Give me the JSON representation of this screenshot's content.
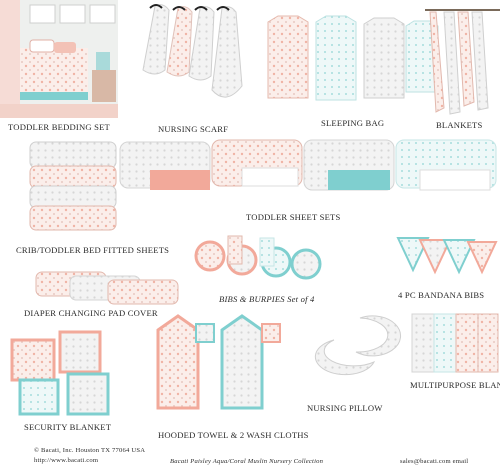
{
  "labels": {
    "toddler_bedding_set": "TODDLER BEDDING SET",
    "nursing_scarf": "NURSING SCARF",
    "sleeping_bag": "SLEEPING BAG",
    "blankets": "BLANKETS",
    "toddler_sheet_sets": "TODDLER SHEET SETS",
    "crib_fitted_sheets": "CRIB/TODDLER BED FITTED SHEETS",
    "bibs_burpies": "BIBS & BURPIES Set of 4",
    "bandana_bibs": "4 PC BANDANA BIBS",
    "diaper_pad_cover": "DIAPER CHANGING PAD COVER",
    "multipurpose_blankets": "MULTIPURPOSE BLANKETS",
    "nursing_pillow": "NURSING PILLOW",
    "security_blanket": "SECURITY BLANKET",
    "hooded_towel": "HOODED TOWEL & 2 WASH CLOTHS"
  },
  "footer": {
    "copyright": "© Bacati, Inc. Houston TX 77064 USA",
    "website": "http://www.bacati.com",
    "collection": "Bacati Paisley Aqua/Coral Muslin Nursery Collection",
    "email": "sales@bacati.com email"
  },
  "palette": {
    "coral": "#f2a99a",
    "aqua": "#7fcfcf",
    "grey": "#d9d9d9",
    "white": "#ffffff"
  }
}
